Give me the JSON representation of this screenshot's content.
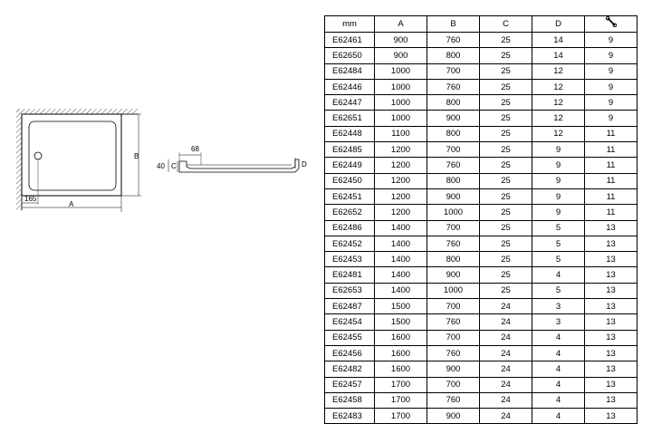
{
  "drawing": {
    "labels": {
      "a": "A",
      "b": "B",
      "c": "C",
      "d": "D",
      "offset": "165",
      "lip_width": "68",
      "height": "40"
    }
  },
  "table": {
    "headers": [
      "mm",
      "A",
      "B",
      "C",
      "D",
      "wrench-icon"
    ],
    "rows": [
      [
        "E62461",
        "900",
        "760",
        "25",
        "14",
        "9"
      ],
      [
        "E62650",
        "900",
        "800",
        "25",
        "14",
        "9"
      ],
      [
        "E62484",
        "1000",
        "700",
        "25",
        "12",
        "9"
      ],
      [
        "E62446",
        "1000",
        "760",
        "25",
        "12",
        "9"
      ],
      [
        "E62447",
        "1000",
        "800",
        "25",
        "12",
        "9"
      ],
      [
        "E62651",
        "1000",
        "900",
        "25",
        "12",
        "9"
      ],
      [
        "E62448",
        "1100",
        "800",
        "25",
        "12",
        "11"
      ],
      [
        "E62485",
        "1200",
        "700",
        "25",
        "9",
        "11"
      ],
      [
        "E62449",
        "1200",
        "760",
        "25",
        "9",
        "11"
      ],
      [
        "E62450",
        "1200",
        "800",
        "25",
        "9",
        "11"
      ],
      [
        "E62451",
        "1200",
        "900",
        "25",
        "9",
        "11"
      ],
      [
        "E62652",
        "1200",
        "1000",
        "25",
        "9",
        "11"
      ],
      [
        "E62486",
        "1400",
        "700",
        "25",
        "5",
        "13"
      ],
      [
        "E62452",
        "1400",
        "760",
        "25",
        "5",
        "13"
      ],
      [
        "E62453",
        "1400",
        "800",
        "25",
        "5",
        "13"
      ],
      [
        "E62481",
        "1400",
        "900",
        "25",
        "4",
        "13"
      ],
      [
        "E62653",
        "1400",
        "1000",
        "25",
        "5",
        "13"
      ],
      [
        "E62487",
        "1500",
        "700",
        "24",
        "3",
        "13"
      ],
      [
        "E62454",
        "1500",
        "760",
        "24",
        "3",
        "13"
      ],
      [
        "E62455",
        "1600",
        "700",
        "24",
        "4",
        "13"
      ],
      [
        "E62456",
        "1600",
        "760",
        "24",
        "4",
        "13"
      ],
      [
        "E62482",
        "1600",
        "900",
        "24",
        "4",
        "13"
      ],
      [
        "E62457",
        "1700",
        "700",
        "24",
        "4",
        "13"
      ],
      [
        "E62458",
        "1700",
        "760",
        "24",
        "4",
        "13"
      ],
      [
        "E62483",
        "1700",
        "900",
        "24",
        "4",
        "13"
      ]
    ]
  }
}
